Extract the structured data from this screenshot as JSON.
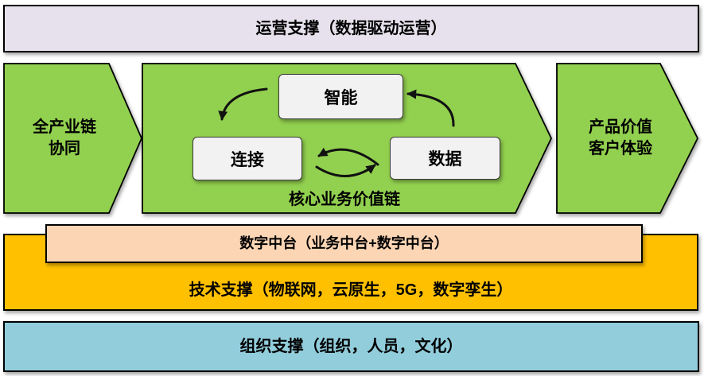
{
  "banners": {
    "operations": "运营支撑（数据驱动运营）",
    "technology": "技术支撑（物联网，云原生，5G，数字孪生）",
    "middle_platform": "数字中台（业务中台+数字中台）",
    "organization": "组织支撑（组织，人员，文化）"
  },
  "value_chain": {
    "left_arrow": {
      "line1": "全产业链",
      "line2": "协同"
    },
    "right_arrow": {
      "line1": "产品价值",
      "line2": "客户体验"
    },
    "caption": "核心业务价值链",
    "nodes": {
      "intelligence": "智能",
      "connection": "连接",
      "data": "数据"
    }
  },
  "colors": {
    "operations_bg": "#E6E1EC",
    "chain_green": "#92D050",
    "technology_bg": "#FFC000",
    "middle_platform_bg": "#FCD5B4",
    "organization_bg": "#92CDDC",
    "node_bg": "#F2F2F2",
    "outline": "#000000",
    "arrow": "#111111"
  }
}
